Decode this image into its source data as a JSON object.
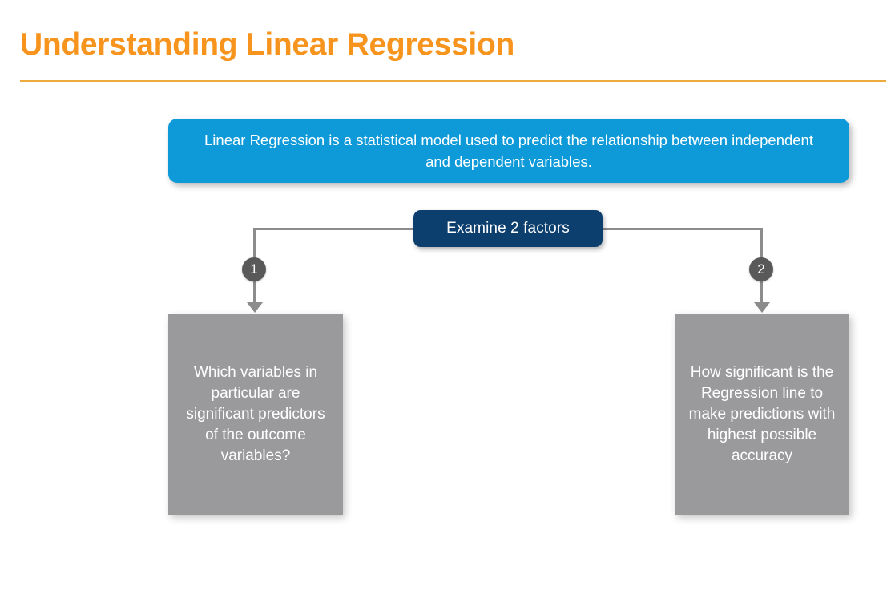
{
  "slide": {
    "title": "Understanding Linear Regression",
    "background_color": "#ffffff"
  },
  "theme": {
    "title_color": "#F7941E",
    "rule_color": "#EDAA3D",
    "banner_color": "#0E9AD8",
    "node_color": "#0D3F6E",
    "box_color": "#9A9A9D",
    "connector_color": "#8C8C8C",
    "badge_color": "#595959",
    "text_on_color": "#FFFFFF"
  },
  "definition": {
    "text": "Linear Regression is a statistical model used to predict the relationship between independent and dependent variables."
  },
  "diagram": {
    "root_label": "Examine 2 factors",
    "factors": [
      {
        "number": "1",
        "text": "Which variables in particular are significant predictors of the outcome variables?"
      },
      {
        "number": "2",
        "text": "How significant is the Regression line to make predictions with highest possible accuracy"
      }
    ]
  }
}
